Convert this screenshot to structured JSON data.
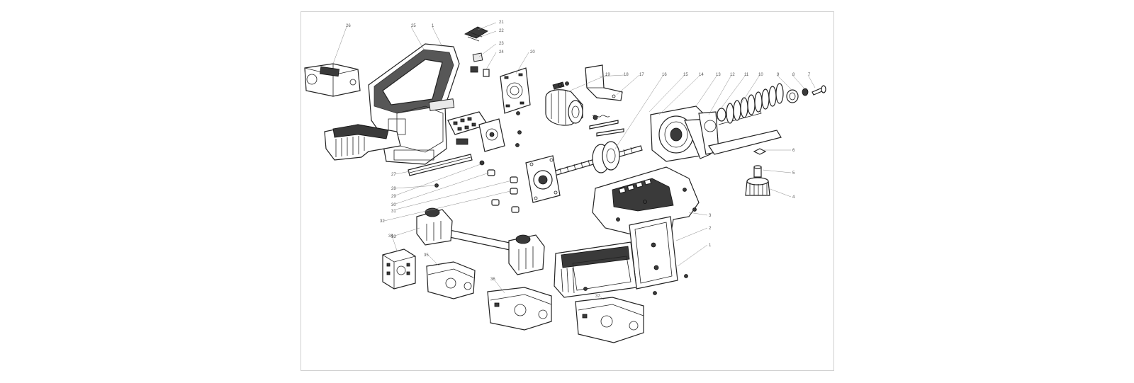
{
  "diagram": {
    "type": "exploded-parts-view",
    "callouts": [
      {
        "id": "26",
        "label": "26"
      },
      {
        "id": "25",
        "label": "25"
      },
      {
        "id": "1a",
        "label": "1"
      },
      {
        "id": "21",
        "label": "21"
      },
      {
        "id": "22",
        "label": "22"
      },
      {
        "id": "23",
        "label": "23"
      },
      {
        "id": "24",
        "label": "24"
      },
      {
        "id": "20",
        "label": "20"
      },
      {
        "id": "19",
        "label": "19"
      },
      {
        "id": "18",
        "label": "18"
      },
      {
        "id": "17",
        "label": "17"
      },
      {
        "id": "16",
        "label": "16"
      },
      {
        "id": "15",
        "label": "15"
      },
      {
        "id": "14",
        "label": "14"
      },
      {
        "id": "13",
        "label": "13"
      },
      {
        "id": "12",
        "label": "12"
      },
      {
        "id": "11",
        "label": "11"
      },
      {
        "id": "10",
        "label": "10"
      },
      {
        "id": "9",
        "label": "9"
      },
      {
        "id": "8",
        "label": "8"
      },
      {
        "id": "7",
        "label": "7"
      },
      {
        "id": "6",
        "label": "6"
      },
      {
        "id": "5",
        "label": "5"
      },
      {
        "id": "4",
        "label": "4"
      },
      {
        "id": "3",
        "label": "3"
      },
      {
        "id": "2",
        "label": "2"
      },
      {
        "id": "1b",
        "label": "1"
      },
      {
        "id": "27",
        "label": "27"
      },
      {
        "id": "28",
        "label": "28"
      },
      {
        "id": "29",
        "label": "29"
      },
      {
        "id": "30",
        "label": "30"
      },
      {
        "id": "31",
        "label": "31"
      },
      {
        "id": "32",
        "label": "32"
      },
      {
        "id": "33",
        "label": "33"
      },
      {
        "id": "34",
        "label": "34"
      },
      {
        "id": "35",
        "label": "35"
      },
      {
        "id": "36",
        "label": "36"
      },
      {
        "id": "37",
        "label": "37"
      }
    ]
  }
}
